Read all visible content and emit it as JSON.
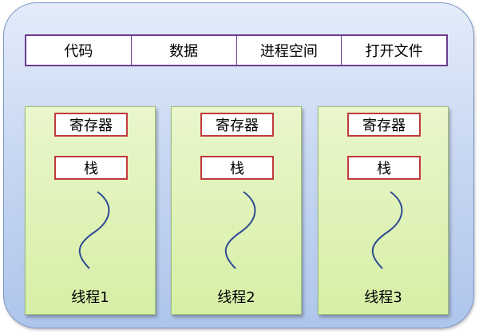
{
  "shared_resources": [
    "代码",
    "数据",
    "进程空间",
    "打开文件"
  ],
  "threads": [
    {
      "registers_label": "寄存器",
      "stack_label": "栈",
      "name": "线程1"
    },
    {
      "registers_label": "寄存器",
      "stack_label": "栈",
      "name": "线程2"
    },
    {
      "registers_label": "寄存器",
      "stack_label": "栈",
      "name": "线程3"
    }
  ],
  "colors": {
    "process_fill": "#c9d8f2",
    "shared_border": "#6d3b8f",
    "thread_fill": "#d6efa6",
    "box_border": "#c0393c",
    "thread_line": "#2e4a92"
  }
}
